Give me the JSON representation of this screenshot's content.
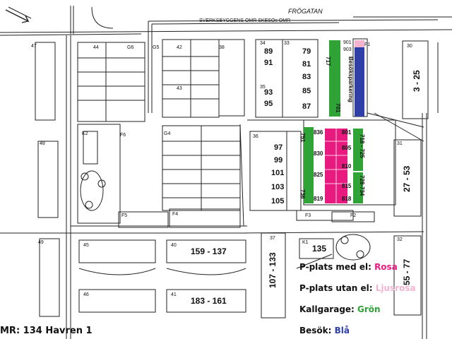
{
  "title": "MR: 134 Havren 1",
  "streets": {
    "north": "FRÖGATAN",
    "inner": "SVERKSBYGGENS OMR SKESOs OMR"
  },
  "lot_labels": {
    "L47": "47",
    "L44": "44",
    "L38": "38",
    "L33": "33",
    "L34": "34",
    "L35": "35",
    "L43": "43",
    "L36": "36",
    "L48": "48",
    "L49": "49",
    "L45": "45",
    "L46": "46",
    "L40": "40",
    "L41": "41",
    "L37": "37",
    "L30": "30",
    "L31": "31",
    "L32": "32"
  },
  "garage_labels": {
    "G6": "G6",
    "G5": "G5",
    "G4": "G4",
    "F1": "F1",
    "F2": "F2",
    "F3": "F3",
    "F4": "F4",
    "F5": "F5",
    "F6": "F6",
    "K1": "K1",
    "K2": "K2"
  },
  "addresses": {
    "a89": "89",
    "a91": "91",
    "a93": "93",
    "a95": "95",
    "a79": "79",
    "a81": "81",
    "a83": "83",
    "a85": "85",
    "a87": "87",
    "a97": "97",
    "a99": "99",
    "a101": "101",
    "a103": "103",
    "a105": "105",
    "r3_25": "3 - 25",
    "r27_53": "27 - 53",
    "r55_77": "55 - 77",
    "r107_133": "107 - 133",
    "r135": "135",
    "r159_137": "159 - 137",
    "r183_161": "183 - 161"
  },
  "parking_labels": {
    "p717": "717",
    "p701": "701",
    "p901": "901",
    "p903": "903",
    "besok": "Besöksparkering",
    "p751": "751",
    "p736": "736",
    "p836": "836",
    "p830": "830",
    "p825": "825",
    "p819": "819",
    "p801": "801",
    "p805": "805",
    "p810": "810",
    "p815": "815",
    "p818": "818",
    "p718_725": "718 - 725",
    "p728_734": "728-734"
  },
  "legend": {
    "rosa_prefix": "P-plats med el: ",
    "rosa_word": "Rosa",
    "ljusrosa_prefix": "P-plats utan el: ",
    "ljusrosa_word": "Ljusrosa",
    "gron_prefix": "Kallgarage: ",
    "gron_word": "Grön",
    "bla_prefix": "Besök: ",
    "bla_word": "Blå"
  },
  "colors": {
    "rosa": "#e8197f",
    "ljusrosa": "#f4b3cf",
    "gron": "#2fa336",
    "bla": "#2e3fa8",
    "line": "#222222"
  }
}
